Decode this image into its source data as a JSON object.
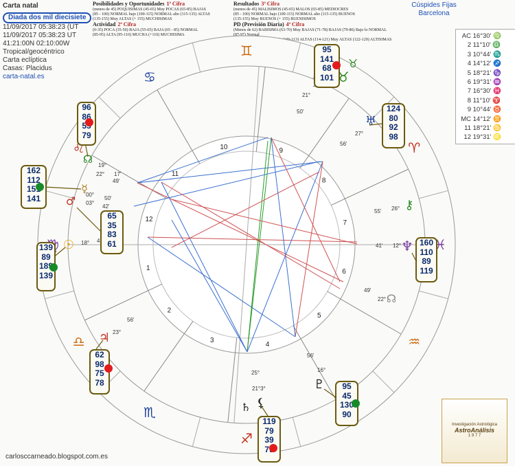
{
  "header": {
    "title": "Carta natal",
    "subtitle": "Diada dos mil diecisiete",
    "datetime1": "11/09/2017 05:38:23 (UT",
    "datetime2": "11/09/2017 05:38:23 UT",
    "coords": "41:21:00N 02:10:00W",
    "zodiac": "Tropical/geocéntrico",
    "chart_type": "Carta eclíptica",
    "houses": "Casas:  Placidus",
    "site": "carta-natal.es"
  },
  "legend": {
    "col1_title": "Posibilidades y Oportunidades",
    "col1_tag": "1ª Cifra",
    "col1_lines": [
      "(menos de 45) POQUISIMAS  (45-65) Muy POCAS  (65-85) BAJAS",
      "(85 - 100) NORMAL bajo  (100-115) NORMAL alto  (115-135) ALTAS",
      "(135-155) Muy ALTAS  (+ 155) MUCHISIMAS"
    ],
    "col1b_title": "Actividad",
    "col1b_tag": "2ª Cifra",
    "col1b_lines": [
      "(0-35) POCA  (35-50) BAJA  (55-65) BAJA  (65 - 85) NORMAL",
      "(85-95) ALTA  (95-110) MUCHA  (+110) MUCHISIMA"
    ],
    "col2_title": "Resultados",
    "col2_tag": "3ª Cifra",
    "col2_lines": [
      "(menos de 45) MALISIMOS  (45-65) MALOS  (65-85) MEDIOCRES",
      "(85 - 100) NORMAL bajo  (100-115) NORMAL alto  (115-135) BUENOS",
      "(135-155) Muy BUENOS  (+ 155) BUENISIMOS"
    ],
    "col2b_title": "PD (Previsión Diaria)",
    "col2b_tag": "4ª Cifra",
    "col2b_lines": [
      "(Menos de 62) BABISIMA  (63-70) Muy BAJAS  (71-78) BAJAS  (79-86) Bajo lo NORMAL",
      "(87-97) Normal",
      "(98-105) Sobre lo NORMAL  (106-113) ALTAS  (114-121) Muy ALTAS  (122-129) ALTISIMAS"
    ]
  },
  "cusps": {
    "title1": "Cúspides Fijas",
    "title2": "Barcelona",
    "rows": [
      {
        "house": "AC",
        "deg": "16°30'",
        "sym": "♍"
      },
      {
        "house": "2",
        "deg": "11°10'",
        "sym": "♎"
      },
      {
        "house": "3",
        "deg": "10°44'",
        "sym": "♏"
      },
      {
        "house": "4",
        "deg": "14°12'",
        "sym": "♐"
      },
      {
        "house": "5",
        "deg": "18°21'",
        "sym": "♑"
      },
      {
        "house": "6",
        "deg": "19°31'",
        "sym": "♒"
      },
      {
        "house": "7",
        "deg": "16°30'",
        "sym": "♓"
      },
      {
        "house": "8",
        "deg": "11°10'",
        "sym": "♈"
      },
      {
        "house": "9",
        "deg": "10°44'",
        "sym": "♉"
      },
      {
        "house": "MC",
        "deg": "14°12'",
        "sym": "♊"
      },
      {
        "house": "11",
        "deg": "18°21'",
        "sym": "♋"
      },
      {
        "house": "12",
        "deg": "19°31'",
        "sym": "♌"
      }
    ]
  },
  "boxes": [
    {
      "id": "moon",
      "values": [
        "95",
        "141",
        "68",
        "101"
      ],
      "dot": "#e31b1b"
    },
    {
      "id": "uranus",
      "values": [
        "124",
        "80",
        "92",
        "98"
      ],
      "dot": ""
    },
    {
      "id": "sun-north",
      "values": [
        "96",
        "86",
        "55",
        "79"
      ],
      "dot": "#e31b1b"
    },
    {
      "id": "mercury-mars",
      "values": [
        "162",
        "112",
        "151",
        "141"
      ],
      "dot": "#178a2a"
    },
    {
      "id": "venus-sun",
      "values": [
        "65",
        "35",
        "83",
        "61"
      ],
      "dot": ""
    },
    {
      "id": "sun",
      "values": [
        "139",
        "89",
        "189",
        "139"
      ],
      "dot": "#178a2a"
    },
    {
      "id": "neptune",
      "values": [
        "160",
        "110",
        "89",
        "119"
      ],
      "dot": ""
    },
    {
      "id": "jupiter",
      "values": [
        "62",
        "98",
        "75",
        "78"
      ],
      "dot": "#e31b1b"
    },
    {
      "id": "pluto",
      "values": [
        "95",
        "45",
        "130",
        "90"
      ],
      "dot": "#178a2a"
    },
    {
      "id": "saturn",
      "values": [
        "119",
        "79",
        "39",
        "79"
      ],
      "dot": "#e31b1b"
    }
  ],
  "houses": [
    "1",
    "2",
    "3",
    "4",
    "5",
    "6",
    "7",
    "8",
    "9",
    "10",
    "11",
    "12"
  ],
  "degrees": [
    "21°",
    "50'",
    "27°",
    "56'",
    "26°",
    "55'",
    "12°",
    "41'",
    "22°",
    "49'",
    "16°",
    "56'",
    "25°",
    "21°3°",
    "23°",
    "56'",
    "18°",
    "41'",
    "22°",
    "17'",
    "49'",
    "19°",
    "00°",
    "03°",
    "50'",
    "42'"
  ],
  "footer": {
    "blog": "carlosccarneado.blogspot.com.es",
    "brand1": "Investigación Astrológica",
    "brand2": "AstroAnálisis",
    "brand3": "1 9 7 7"
  },
  "colors": {
    "accent": "#1d4fb5",
    "box_border": "#6b5a0f",
    "red_dot": "#e31b1b",
    "green_dot": "#178a2a"
  }
}
